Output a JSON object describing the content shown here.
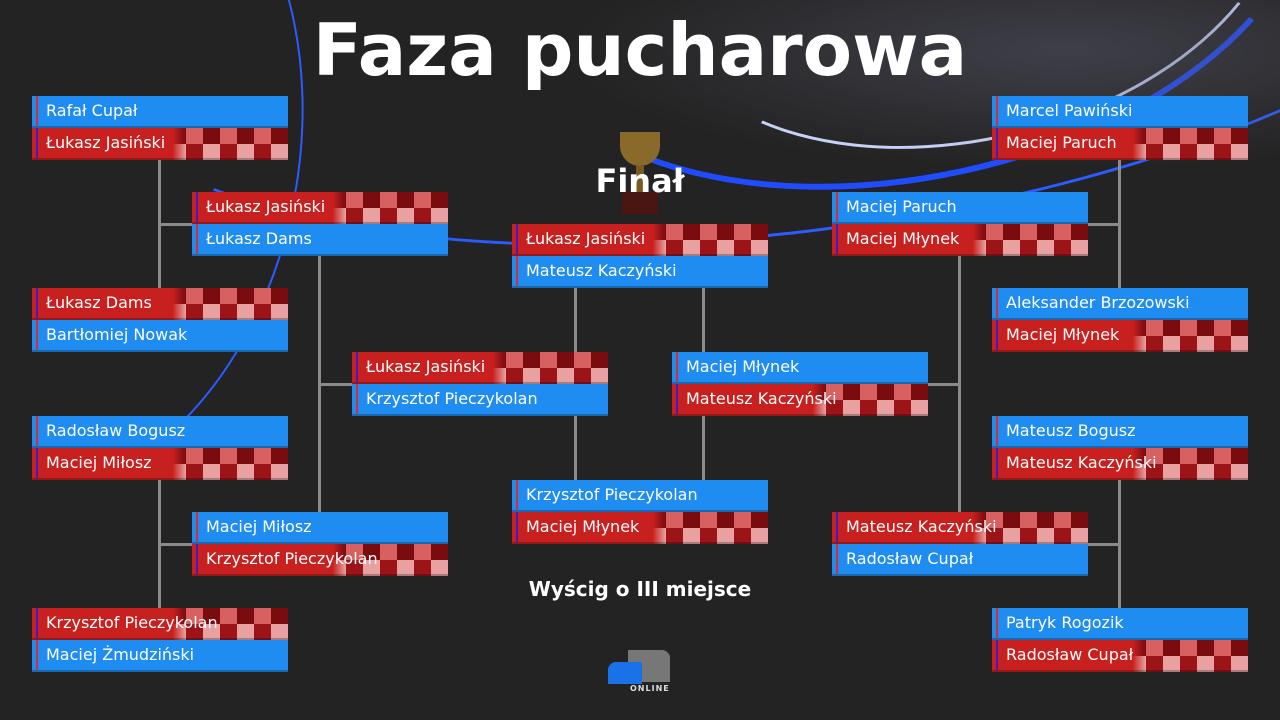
{
  "title": "Faza pucharowa",
  "final_label": "Finał",
  "third_place_label": "Wyścig o III miejsce",
  "logo_text": "ONLINE",
  "matches": {
    "l1a": [
      "Rafał Cupał",
      "Łukasz Jasiński"
    ],
    "l1b": [
      "Łukasz Dams",
      "Bartłomiej Nowak"
    ],
    "l1c": [
      "Radosław Bogusz",
      "Maciej Miłosz"
    ],
    "l1d": [
      "Krzysztof Pieczykolan",
      "Maciej Żmudziński"
    ],
    "l2a": [
      "Łukasz Jasiński",
      "Łukasz Dams"
    ],
    "l2b": [
      "Maciej Miłosz",
      "Krzysztof Pieczykolan"
    ],
    "lsf": [
      "Łukasz Jasiński",
      "Krzysztof Pieczykolan"
    ],
    "final": [
      "Łukasz Jasiński",
      "Mateusz Kaczyński"
    ],
    "third": [
      "Krzysztof Pieczykolan",
      "Maciej Młynek"
    ],
    "rsf": [
      "Maciej Młynek",
      "Mateusz Kaczyński"
    ],
    "r2a": [
      "Maciej Paruch",
      "Maciej Młynek"
    ],
    "r2b": [
      "Mateusz Kaczyński",
      "Radosław Cupał"
    ],
    "r1a": [
      "Marcel Pawiński",
      "Maciej Paruch"
    ],
    "r1b": [
      "Aleksander Brzozowski",
      "Maciej Młynek"
    ],
    "r1c": [
      "Mateusz Bogusz",
      "Mateusz Kaczyński"
    ],
    "r1d": [
      "Patryk Rogozik",
      "Radosław Cupał"
    ]
  }
}
